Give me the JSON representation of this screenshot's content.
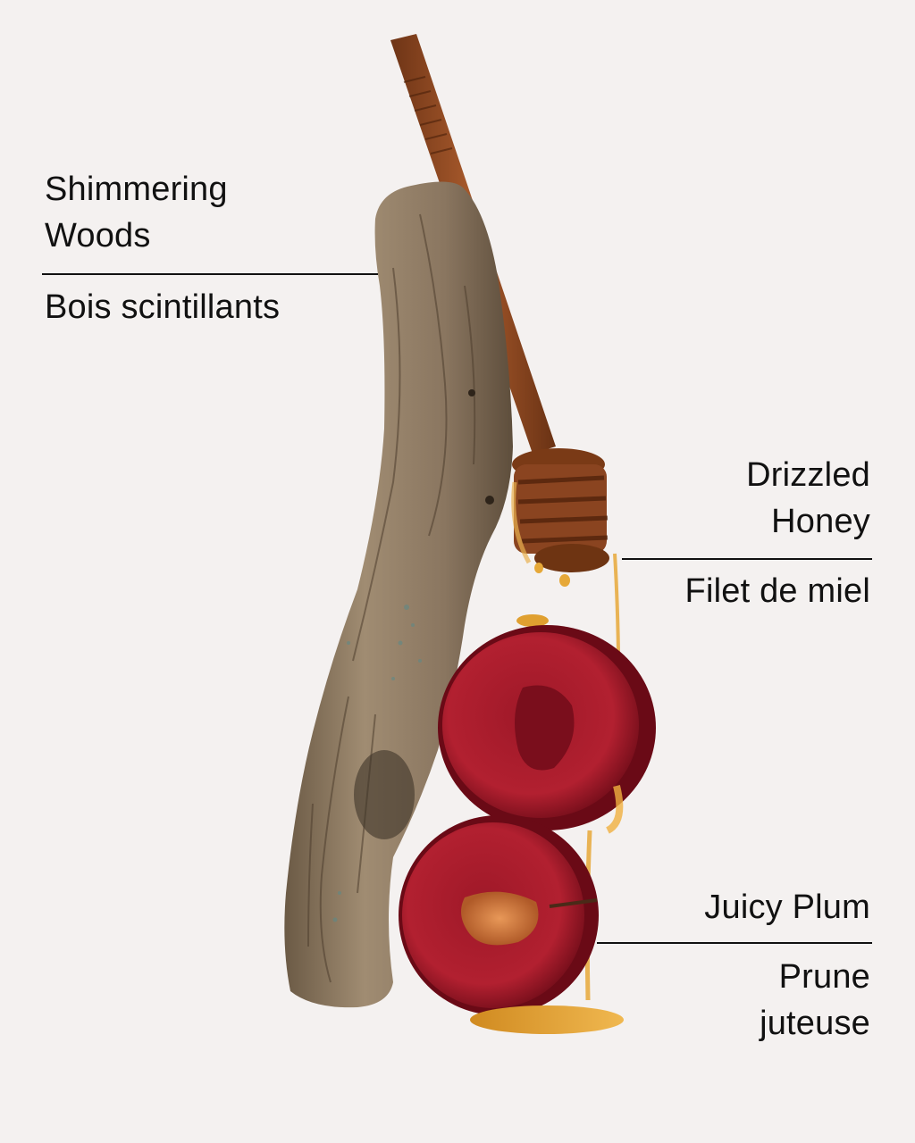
{
  "colors": {
    "background": "#f4f1f0",
    "text": "#111111",
    "wood": "#8a7560",
    "dipper": "#8a4a22",
    "honey": "#e0a030",
    "plum_skin": "#8e1020",
    "plum_flesh": "#b81a2a",
    "plum_pit": "#d07840"
  },
  "notes": {
    "woods": {
      "english": "Shimmering\nWoods",
      "french": "Bois scintillants"
    },
    "honey": {
      "english": "Drizzled\nHoney",
      "french": "Filet de miel"
    },
    "plum": {
      "english": "Juicy Plum",
      "french": "Prune\njuteuse"
    }
  },
  "illustration": {
    "objects": [
      "driftwood-branch",
      "honey-dipper",
      "honey-drip",
      "plum-half-top",
      "plum-half-bottom",
      "honey-puddle"
    ]
  }
}
